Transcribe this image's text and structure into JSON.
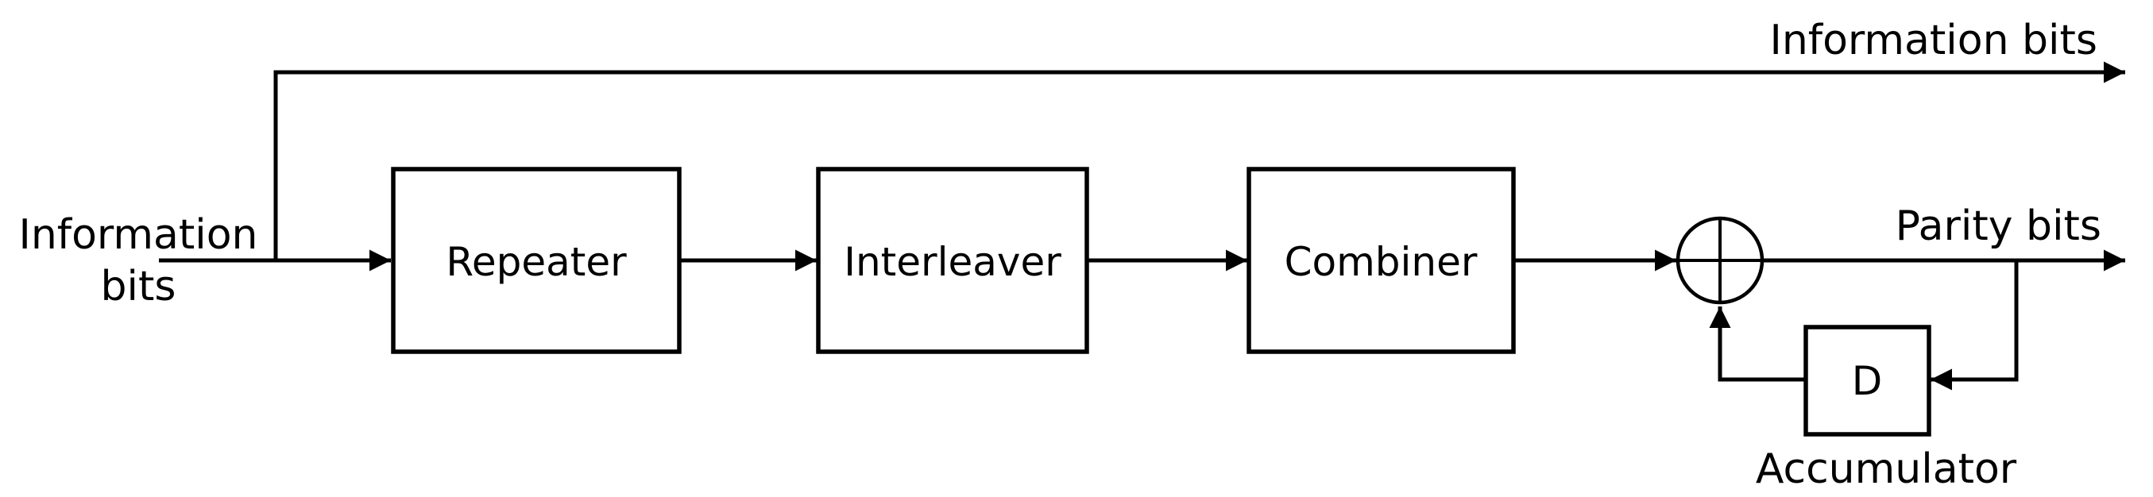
{
  "colors": {
    "stroke": "#000000",
    "background": "#ffffff",
    "text": "#000000"
  },
  "input": {
    "label_line1": "Information",
    "label_line2": "bits"
  },
  "outputs": {
    "systematic": "Information bits",
    "parity": "Parity bits"
  },
  "blocks": [
    {
      "id": "repeater",
      "label": "Repeater"
    },
    {
      "id": "interleaver",
      "label": "Interleaver"
    },
    {
      "id": "combiner",
      "label": "Combiner"
    },
    {
      "id": "delay",
      "label": "D"
    }
  ],
  "annotations": {
    "accumulator": "Accumulator"
  },
  "icons": {
    "adder_symbol": "circle-plus-xor"
  },
  "edges": [
    {
      "from": "input",
      "to": "repeater"
    },
    {
      "from": "input",
      "to": "systematic-output"
    },
    {
      "from": "repeater",
      "to": "interleaver"
    },
    {
      "from": "interleaver",
      "to": "combiner"
    },
    {
      "from": "combiner",
      "to": "adder"
    },
    {
      "from": "adder",
      "to": "parity-output"
    },
    {
      "from": "parity-line",
      "to": "delay"
    },
    {
      "from": "delay",
      "to": "adder"
    }
  ]
}
